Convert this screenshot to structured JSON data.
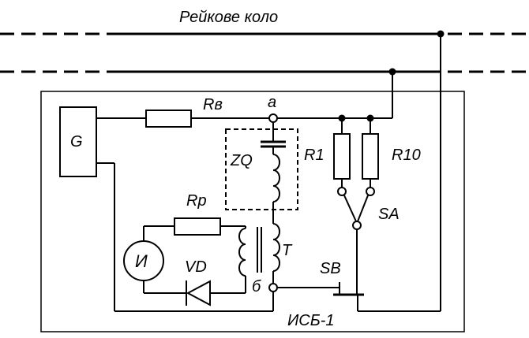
{
  "labels": {
    "rail_circuit": "Рейкове коло",
    "generator": "G",
    "rv": "Rв",
    "node_a": "а",
    "zq": "ZQ",
    "r1": "R1",
    "r10": "R10",
    "rp": "Rр",
    "meter": "И",
    "transformer": "T",
    "diode": "VD",
    "node_b": "б",
    "switch_sa": "SA",
    "button_sb": "SB",
    "device": "ИСБ-1"
  }
}
